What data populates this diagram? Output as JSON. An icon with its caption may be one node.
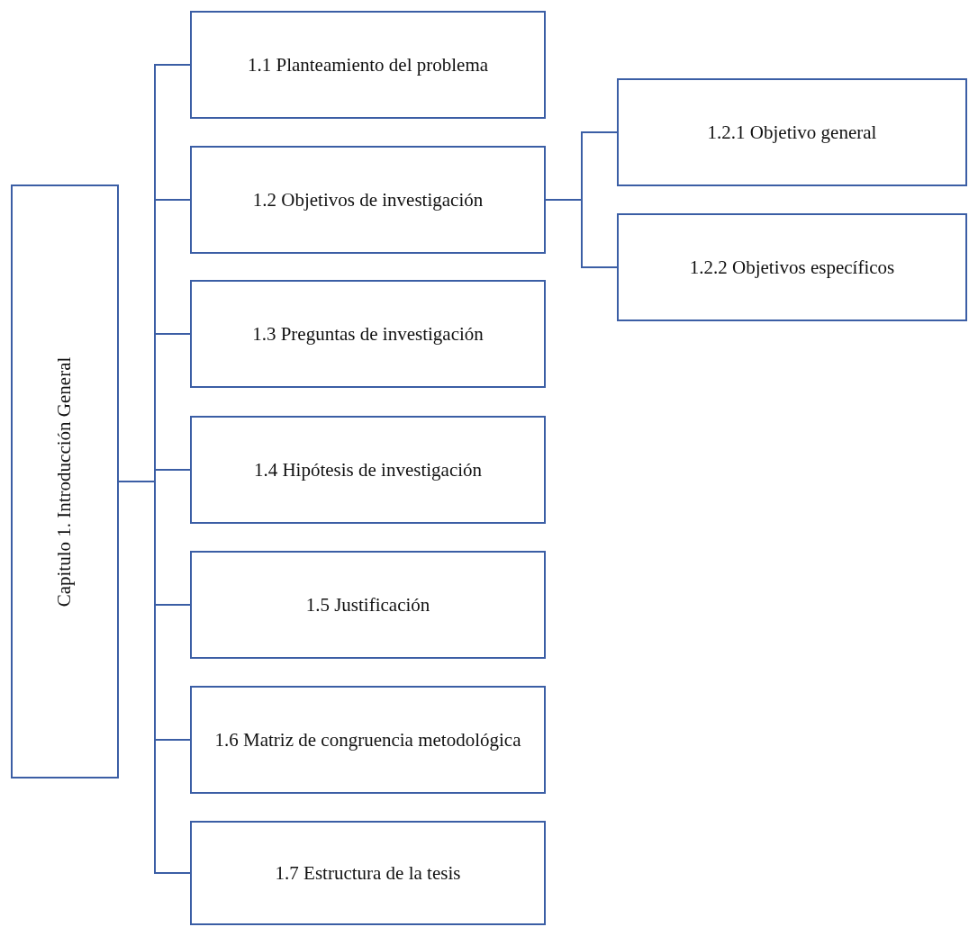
{
  "diagram": {
    "nodes": [
      {
        "text": [
          "Capitulo 1. Introducción General"
        ]
      },
      {
        "text": [
          "1.1 Planteamiento del problema"
        ]
      },
      {
        "text": [
          "1.2 Objetivos de investigación"
        ]
      },
      {
        "text": [
          "1.3  Preguntas de investigación"
        ]
      },
      {
        "text": [
          "1.4  Hipótesis de investigación"
        ]
      },
      {
        "text": [
          "1.5 Justificación"
        ]
      },
      {
        "text": [
          "1.6 Matriz de congruencia metodológica"
        ]
      },
      {
        "text": [
          "1.7 Estructura de la tesis"
        ]
      },
      {
        "text": [
          "1.2.1 Objetivo general"
        ]
      },
      {
        "text": [
          "1.2.2 Objetivos específicos"
        ]
      }
    ],
    "edges": [
      {
        "from": 0,
        "to": 1,
        "arrow": "none"
      },
      {
        "from": 0,
        "to": 2,
        "arrow": "none"
      },
      {
        "from": 0,
        "to": 3,
        "arrow": "none"
      },
      {
        "from": 0,
        "to": 4,
        "arrow": "none"
      },
      {
        "from": 0,
        "to": 5,
        "arrow": "none"
      },
      {
        "from": 0,
        "to": 6,
        "arrow": "none"
      },
      {
        "from": 0,
        "to": 7,
        "arrow": "none"
      },
      {
        "from": 2,
        "to": 8,
        "arrow": "none"
      },
      {
        "from": 2,
        "to": 9,
        "arrow": "none"
      }
    ]
  }
}
